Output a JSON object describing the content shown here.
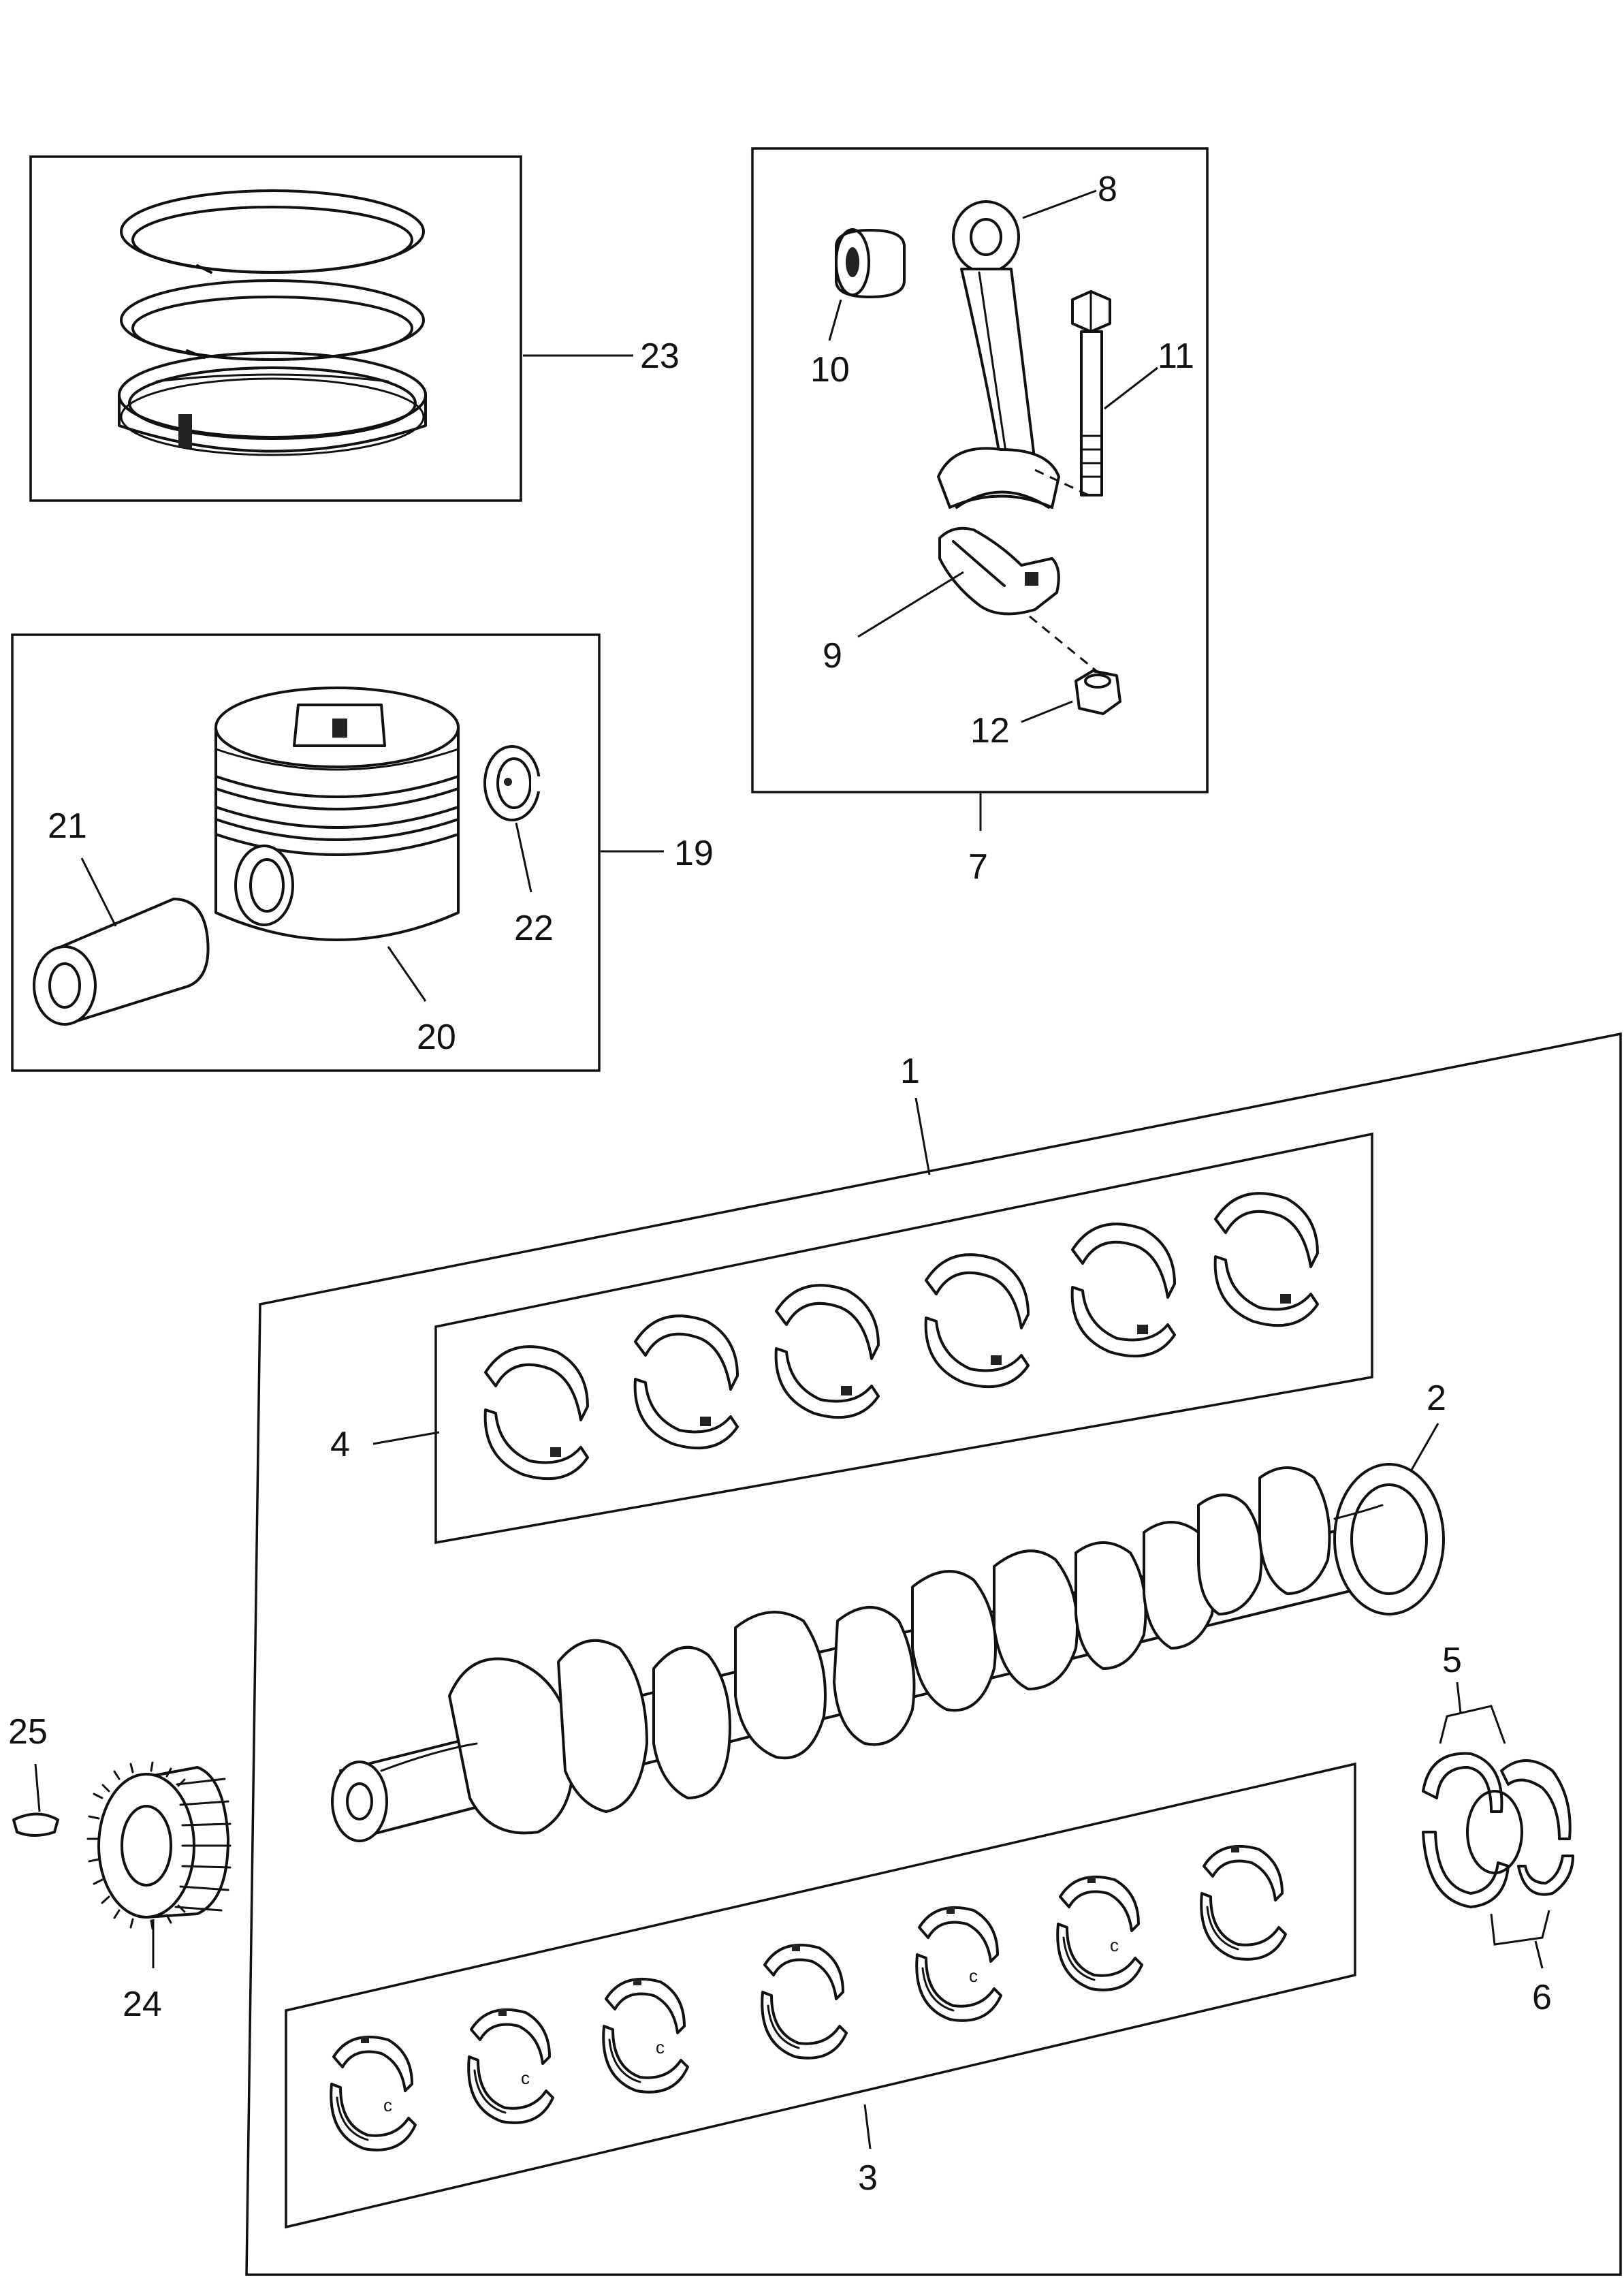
{
  "callouts": {
    "c1": "1",
    "c2": "2",
    "c3": "3",
    "c4": "4",
    "c5": "5",
    "c6": "6",
    "c7": "7",
    "c8": "8",
    "c9": "9",
    "c10": "10",
    "c11": "11",
    "c12": "12",
    "c19": "19",
    "c20": "20",
    "c21": "21",
    "c22": "22",
    "c23": "23",
    "c24": "24",
    "c25": "25"
  },
  "bearing_mark": "c"
}
